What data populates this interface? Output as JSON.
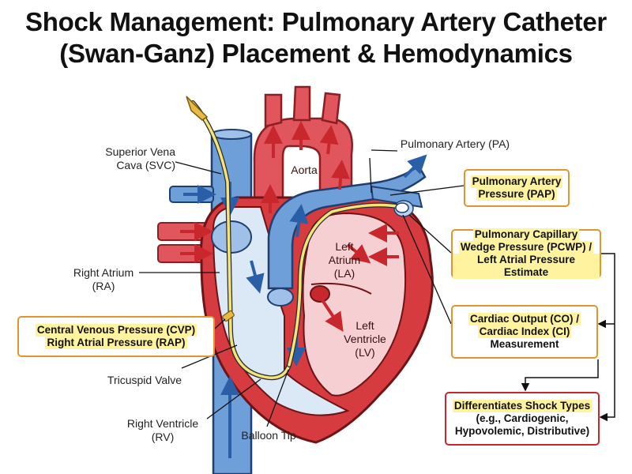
{
  "title": {
    "line1": "Shock Management: Pulmonary Artery Catheter",
    "line2": "(Swan-Ganz) Placement & Hemodynamics"
  },
  "anatomy_labels": {
    "svc_line1": "Superior Vena",
    "svc_line2": "Cava (SVC)",
    "ra_line1": "Right Atrium",
    "ra_line2": "(RA)",
    "tricuspid": "Tricuspid Valve",
    "rv_line1": "Right Ventricle",
    "rv_line2": "(RV)",
    "balloon": "Balloon Tip",
    "pa": "Pulmonary Artery (PA)",
    "aorta": "Aorta",
    "la_line1": "Left",
    "la_line2": "Atrium",
    "la_line3": "(LA)",
    "lv_line1": "Left",
    "lv_line2": "Ventricle",
    "lv_line3": "(LV)"
  },
  "boxes": {
    "cvp_line1": "Central Venous Pressure (CVP)",
    "cvp_line2": "Right Atrial Pressure (RAP)",
    "pap_line1": "Pulmonary Artery",
    "pap_line2": "Pressure (PAP)",
    "pcwp_line1": "Pulmonary Capillary",
    "pcwp_line2": "Wedge Pressure (PCWP) /",
    "pcwp_line3": "Left Atrial Pressure Estimate",
    "co_line1": "Cardiac Output (CO) /",
    "co_line2": "Cardiac Index (CI)",
    "co_line3": "Measurement",
    "shock_line1": "Differentiates Shock Types",
    "shock_line2": "(e.g., Cardiogenic,",
    "shock_line3": "Hypovolemic, Distributive)"
  },
  "colors": {
    "deoxygenated": "#6f9fd8",
    "oxygenated": "#e0565c",
    "outline": "#8b1e22",
    "catheter": "#f4e27a",
    "box_border": "#e0952f",
    "box_border_alert": "#c8282d",
    "highlight": "#fff3a0"
  }
}
